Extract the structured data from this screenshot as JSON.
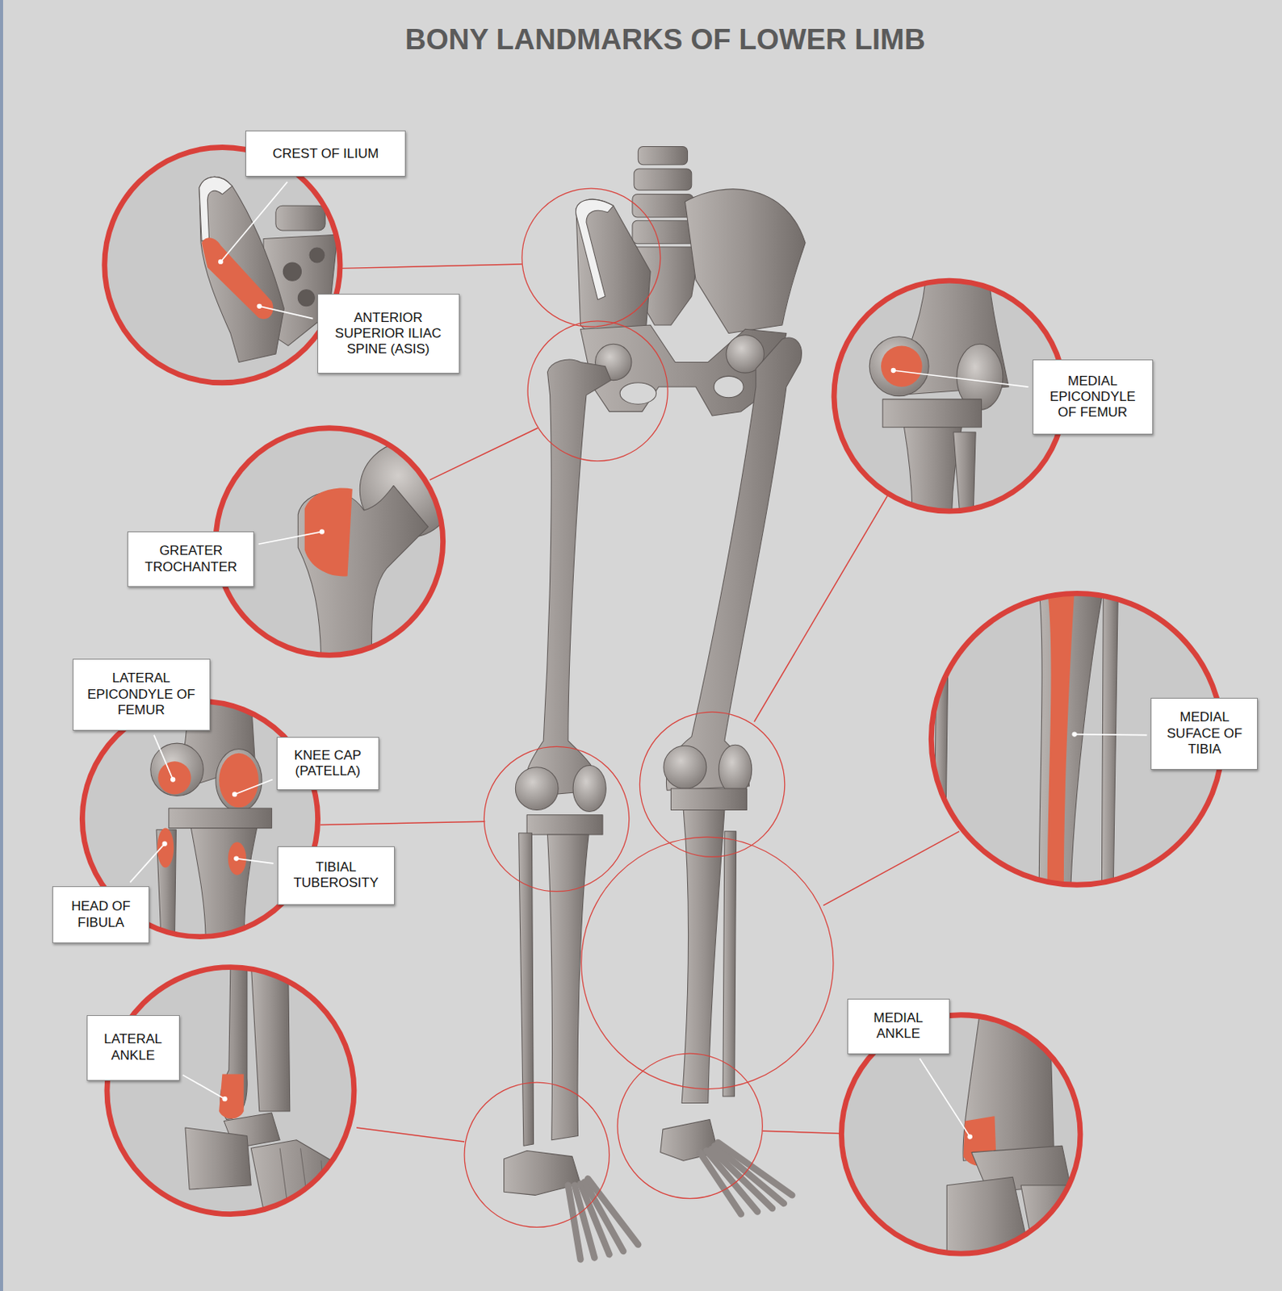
{
  "diagram": {
    "title": "BONY LANDMARKS OF LOWER LIMB",
    "nodes": [
      {
        "text": [
          "CREST OF ILIUM"
        ]
      },
      {
        "text": [
          "ANTERIOR SUPERIOR ILIAC SPINE (ASIS)"
        ]
      },
      {
        "text": [
          "MEDIAL EPICONDYLE OF FEMUR"
        ]
      },
      {
        "text": [
          "GREATER TROCHANTER"
        ]
      },
      {
        "text": [
          "LATERAL EPICONDYLE OF FEMUR"
        ]
      },
      {
        "text": [
          "KNEE CAP (PATELLA)"
        ]
      },
      {
        "text": [
          "MEDIAL SUFACE OF TIBIA"
        ]
      },
      {
        "text": [
          "TIBIAL TUBEROSITY"
        ]
      },
      {
        "text": [
          "HEAD OF FIBULA"
        ]
      },
      {
        "text": [
          "LATERAL ANKLE"
        ]
      },
      {
        "text": [
          "MEDIAL ANKLE"
        ]
      }
    ]
  }
}
